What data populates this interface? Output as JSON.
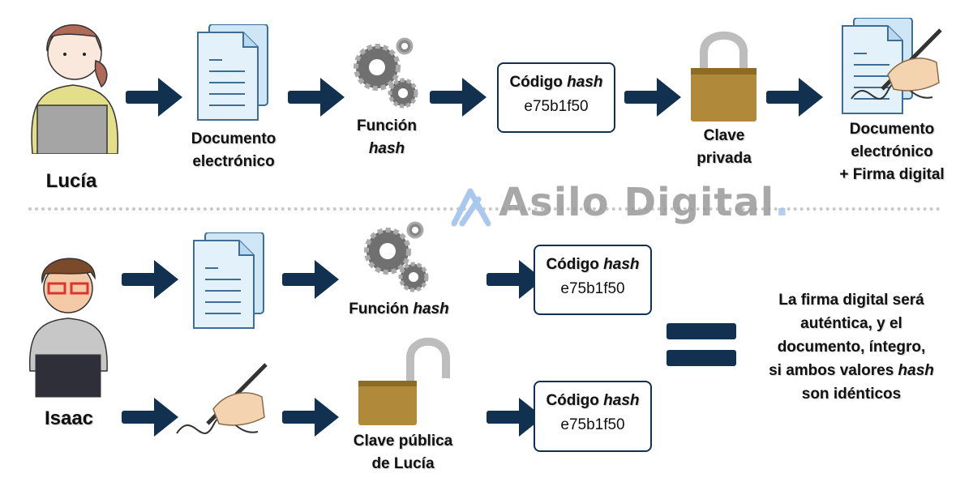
{
  "colors": {
    "arrow": "#12304f",
    "document": "#cfe6f7",
    "gear": "#707070",
    "lock": "#b08a3a",
    "watermark": "#9a9a9a"
  },
  "top": {
    "person": "Lucía",
    "document": {
      "line1": "Documento",
      "line2": "electrónico"
    },
    "function": {
      "line1": "Función",
      "line2": "hash"
    },
    "hash_box": {
      "title": "Código",
      "title_em": "hash",
      "value": "e75b1f50"
    },
    "key": {
      "line1": "Clave",
      "line2": "privada"
    },
    "result": {
      "line1": "Documento",
      "line2": "electrónico",
      "line3": "+ Firma digital"
    }
  },
  "watermark": {
    "text": "Asilo Digital",
    "dot": "."
  },
  "bottom": {
    "person": "Isaac",
    "function": {
      "text": "Función ",
      "em": "hash"
    },
    "hash_box_1": {
      "title": "Código",
      "title_em": "hash",
      "value": "e75b1f50"
    },
    "key": {
      "line1": "Clave pública",
      "line2": "de Lucía"
    },
    "hash_box_2": {
      "title": "Código",
      "title_em": "hash",
      "value": "e75b1f50"
    }
  },
  "conclusion": {
    "line1": "La firma digital será",
    "line2": "auténtica, y el",
    "line3": "documento, íntegro,",
    "line4": "si ambos valores ",
    "line4_em": "hash",
    "line5": "son idénticos"
  }
}
